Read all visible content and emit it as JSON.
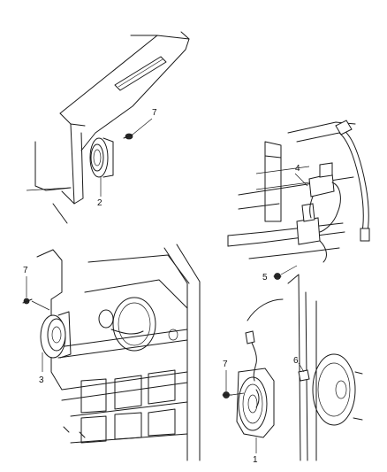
{
  "callouts": {
    "c1": "1",
    "c2": "2",
    "c3": "3",
    "c4": "4",
    "c5": "5",
    "c6": "6",
    "c7a": "7",
    "c7b": "7",
    "c7c": "7"
  }
}
